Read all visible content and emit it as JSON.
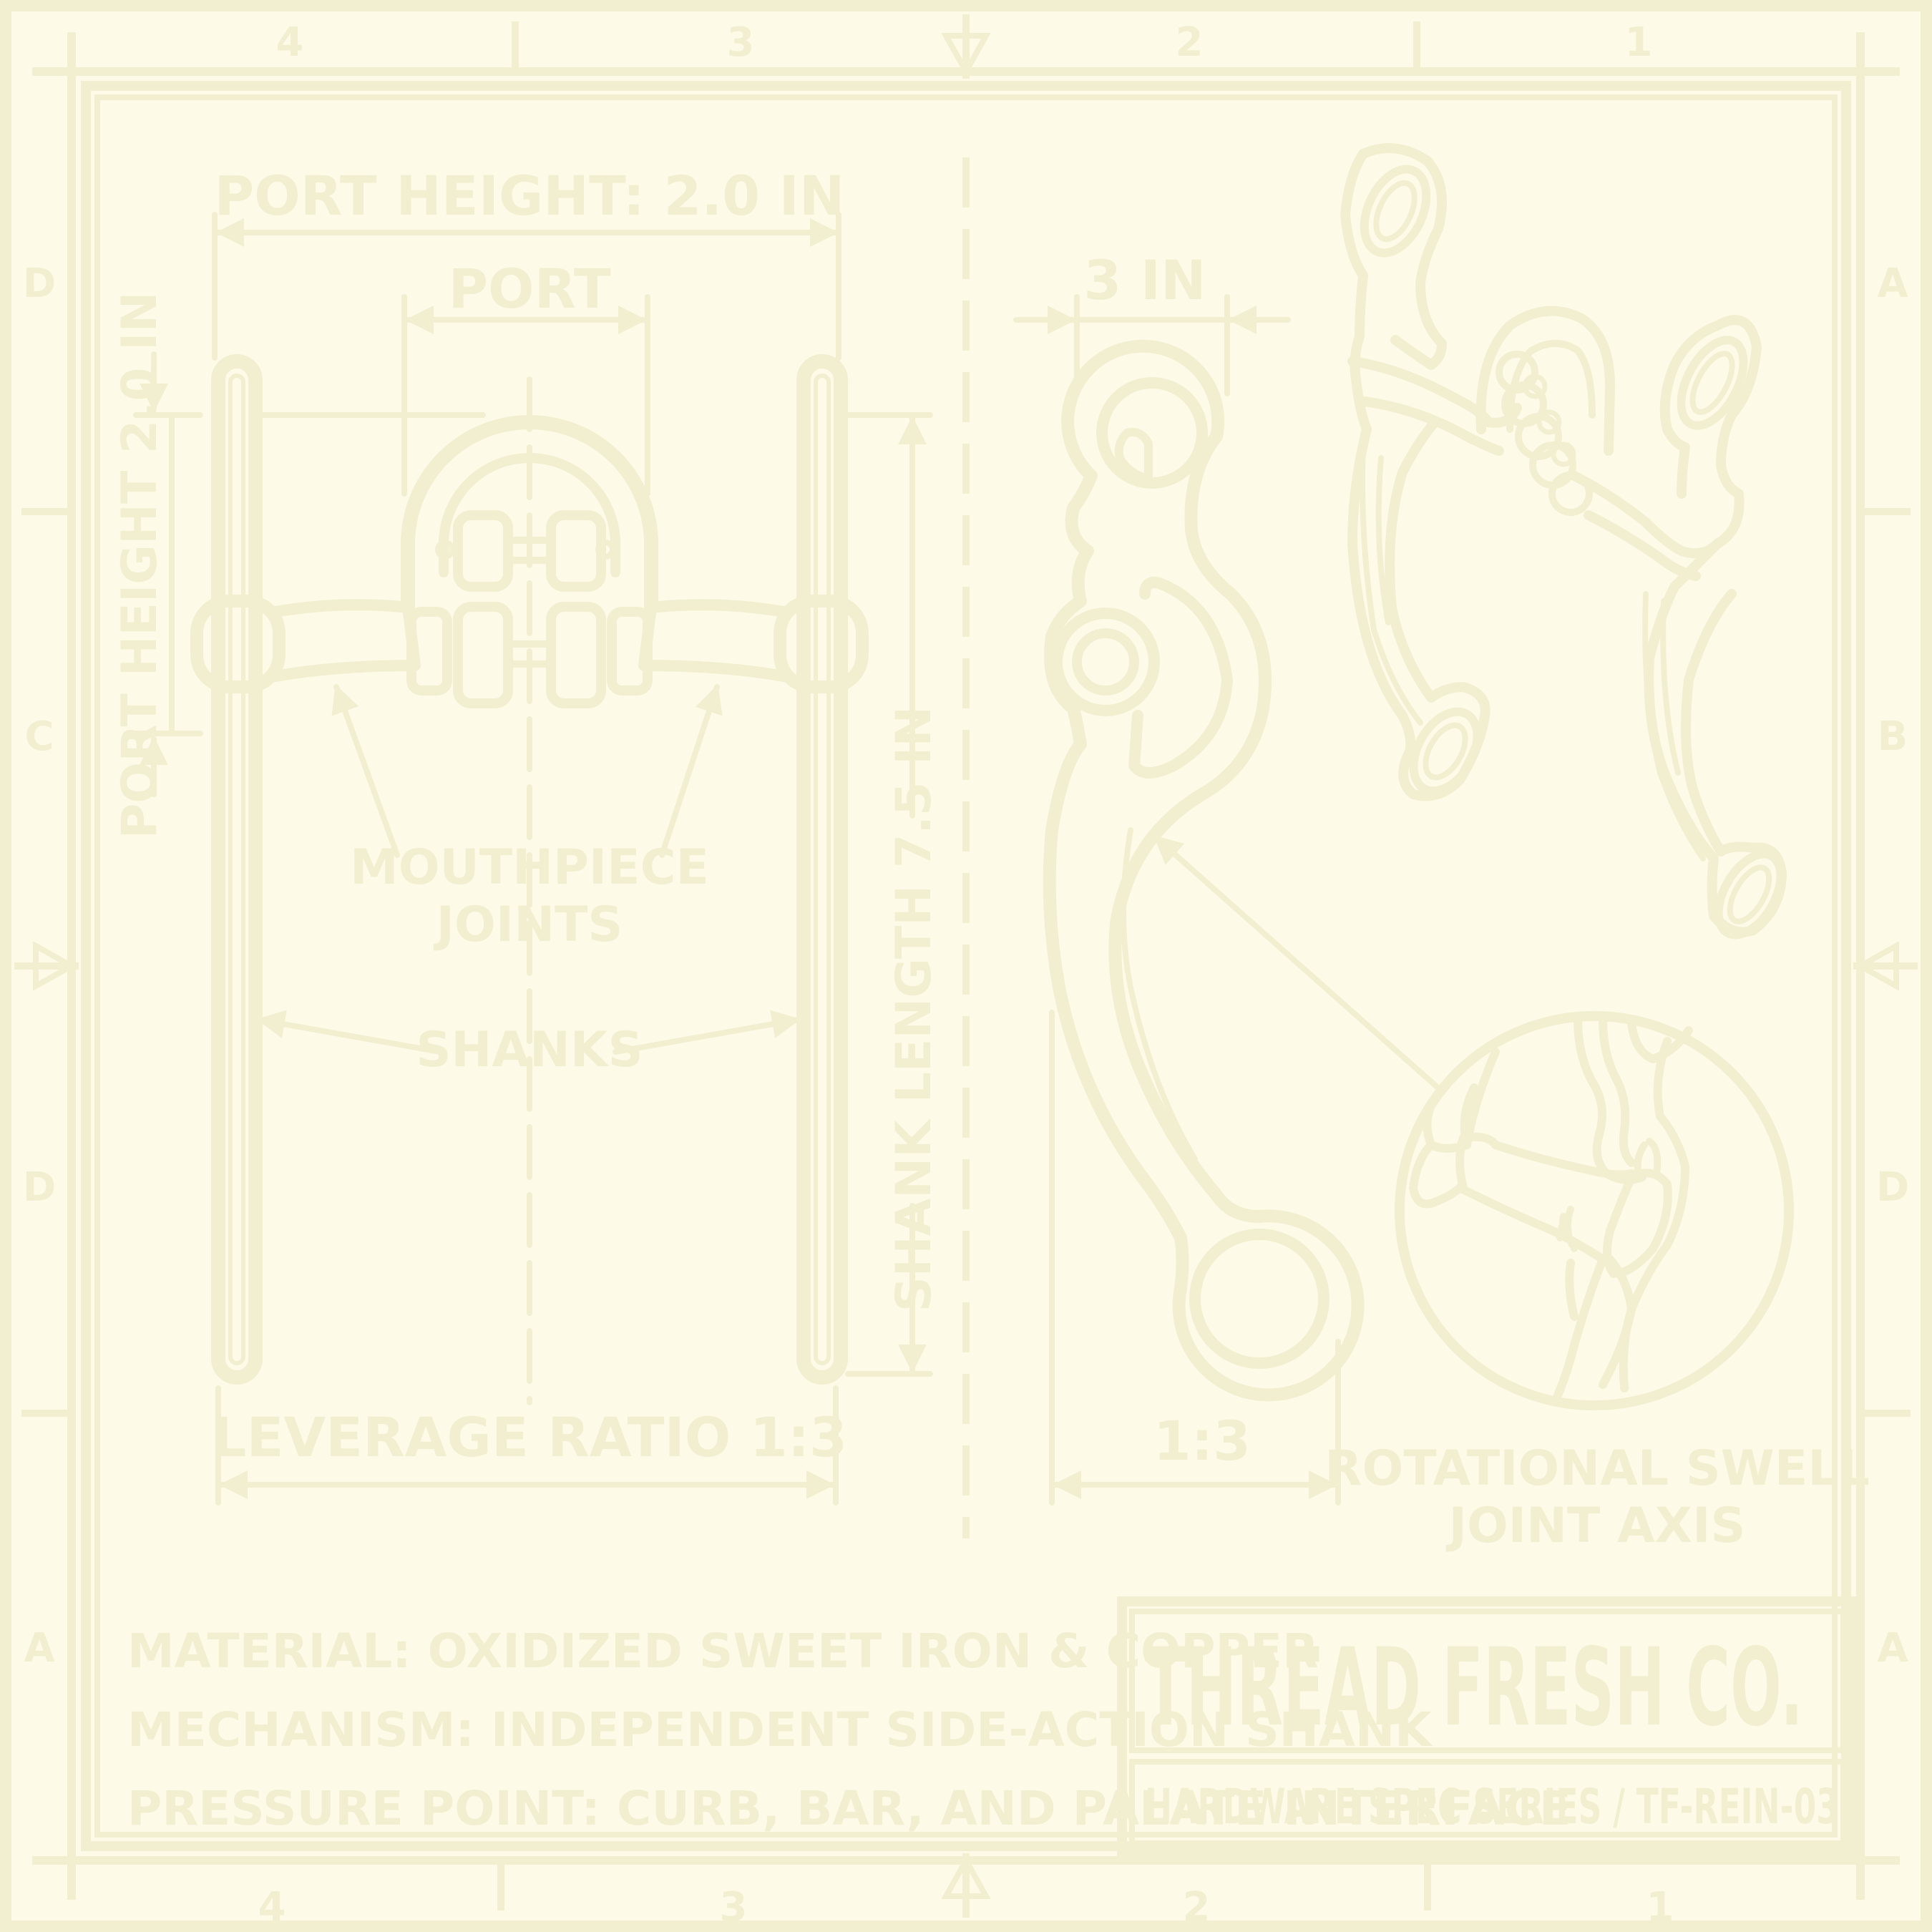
{
  "colors": {
    "background": "#fdfbe8",
    "ink": "#f1efd0"
  },
  "grid": {
    "columns_top": [
      "4",
      "3",
      "2",
      "1"
    ],
    "columns_bottom": [
      "4",
      "3",
      "2",
      "1"
    ],
    "rows_left": [
      "D",
      "C",
      "D",
      "A"
    ],
    "rows_right": [
      "A",
      "B",
      "D",
      "A"
    ]
  },
  "front_view": {
    "port_height_top": "PORT HEIGHT: 2.0 IN",
    "port": "PORT",
    "port_height_side": "PORT HEIGHT 2.0 IN",
    "shank_length": "SHANK LENGTH 7.5 IN",
    "mouthpiece_joints": [
      "MOUTHPIECE",
      "JOINTS"
    ],
    "shanks": "SHANKS",
    "leverage_ratio": "LEVERAGE RATIO 1:3"
  },
  "side_view": {
    "width_dim": "3 IN",
    "ratio": "1:3",
    "rotational": [
      "ROTATIONAL SWELL",
      "JOINT AXIS"
    ]
  },
  "notes": [
    "MATERIAL: OXIDIZED SWEET IRON & COPPER",
    "MECHANISM: INDEPENDENT SIDE-ACTION SHANK",
    "PRESSURE POINT: CURB, BAR, AND PALATE INTERFACE"
  ],
  "title_block": {
    "brand": "THREAD FRESH CO.",
    "series": "HARDWARE SPEC SERIES / TF-REIN-03"
  }
}
